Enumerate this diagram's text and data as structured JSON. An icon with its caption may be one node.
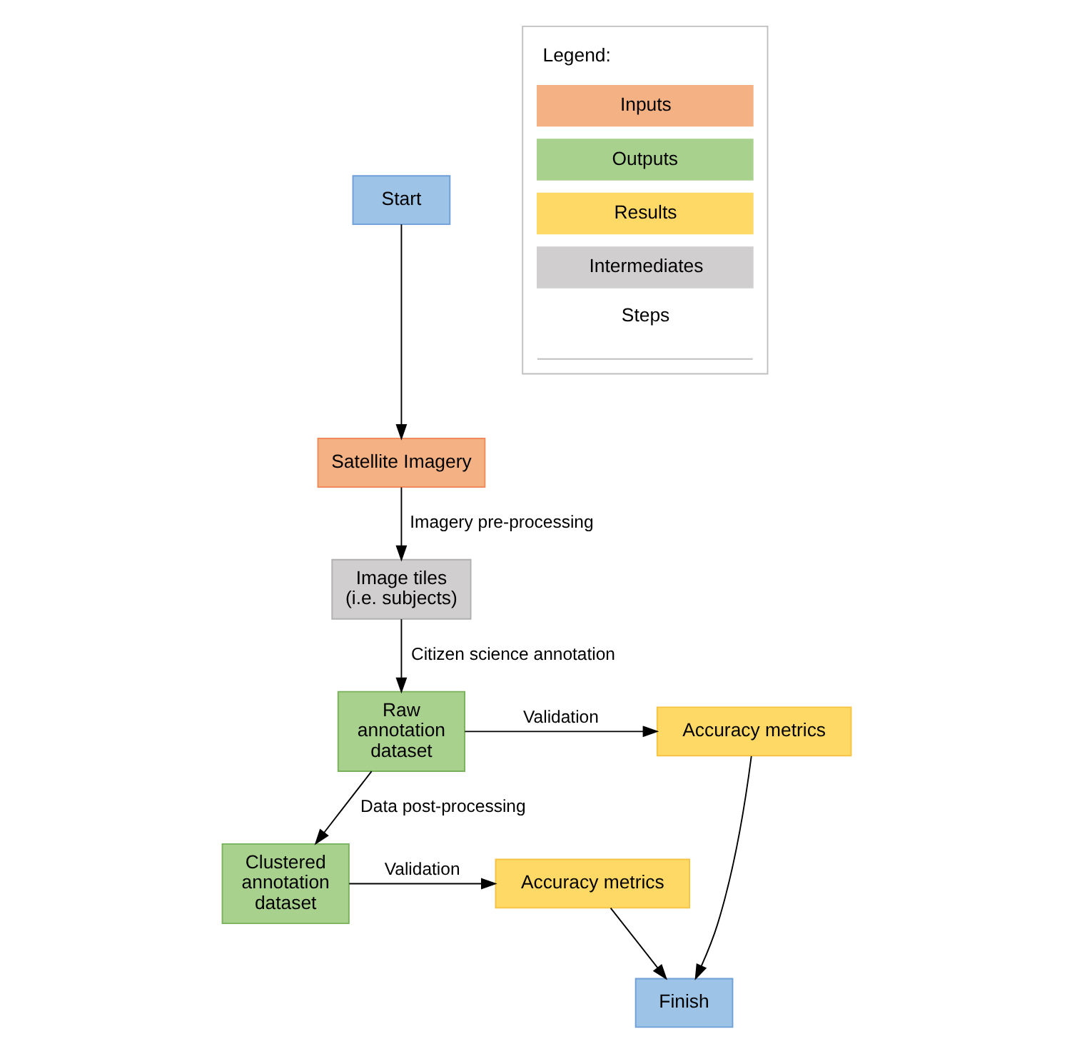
{
  "diagram": {
    "nodes": [
      {
        "text": [
          "Start"
        ]
      },
      {
        "text": [
          "Satellite Imagery"
        ]
      },
      {
        "text": [
          "Image tiles (i.e. subjects)"
        ]
      },
      {
        "text": [
          "Raw annotation dataset"
        ]
      },
      {
        "text": [
          "Accuracy metrics"
        ]
      },
      {
        "text": [
          "Clustered annotation dataset"
        ]
      },
      {
        "text": [
          "Accuracy metrics"
        ]
      },
      {
        "text": [
          "Finish"
        ]
      }
    ],
    "edges": [
      {
        "from": 0,
        "to": 1,
        "arrow": "to"
      },
      {
        "from": 1,
        "to": 2,
        "arrow": "to",
        "label": "Imagery pre-processing"
      },
      {
        "from": 2,
        "to": 3,
        "arrow": "to",
        "label": "Citizen science annotation"
      },
      {
        "from": 3,
        "to": 4,
        "arrow": "to",
        "label": "Validation"
      },
      {
        "from": 3,
        "to": 5,
        "arrow": "to",
        "label": "Data post-processing"
      },
      {
        "from": 5,
        "to": 6,
        "arrow": "to",
        "label": "Validation"
      },
      {
        "from": 4,
        "to": 7,
        "arrow": "to"
      },
      {
        "from": 6,
        "to": 7,
        "arrow": "to"
      }
    ],
    "labels": [
      "Legend:"
    ],
    "legend": [
      {
        "text": "Inputs",
        "color": "#f4b183"
      },
      {
        "text": "Outputs",
        "color": "#a9d18e"
      },
      {
        "text": "Results",
        "color": "#ffd966"
      },
      {
        "text": "Intermediates",
        "color": "#d0cece"
      },
      {
        "text": "Steps"
      }
    ]
  }
}
